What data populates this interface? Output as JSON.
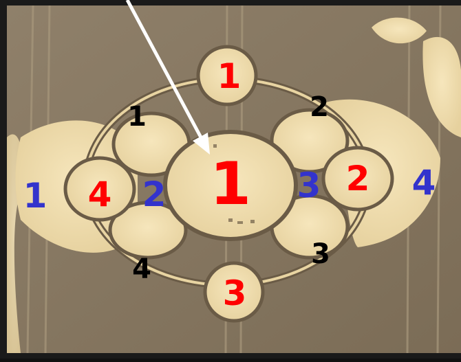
{
  "colors": {
    "red": "#ff0000",
    "blue": "#3333cc",
    "black": "#000000",
    "arrow": "#ffffff",
    "field": "#8c7c62",
    "flattened": "#efdcac"
  },
  "labels": {
    "red_top": "1",
    "red_center": "1",
    "red_right": "2",
    "red_bottom": "3",
    "red_left": "4",
    "blue_left": "1",
    "blue_inner_left": "2",
    "blue_inner_right": "3",
    "blue_right": "4",
    "black_top_left": "1",
    "black_top_right": "2",
    "black_bottom_right": "3",
    "black_bottom_left": "4"
  },
  "image": {
    "subject": "crop-circle-formation",
    "arrow": "pointer-arrow"
  }
}
